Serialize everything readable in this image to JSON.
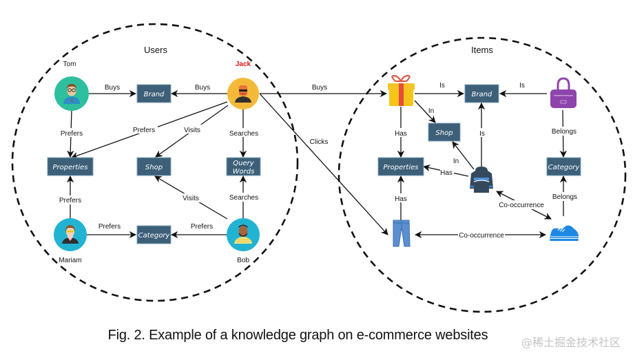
{
  "figure": {
    "caption": "Fig. 2.  Example of a knowledge graph on e-commerce websites",
    "watermark": "@稀土掘金技术社区"
  },
  "groups": {
    "users": {
      "title": "Users"
    },
    "items": {
      "title": "Items"
    }
  },
  "users": {
    "tom": {
      "name": "Tom",
      "avatar_color": "#2ebf9f"
    },
    "jack": {
      "name": "Jack",
      "avatar_color": "#f5b93a",
      "highlight_color": "#e01616"
    },
    "mariam": {
      "name": "Mariam",
      "avatar_color": "#22b3d3"
    },
    "bob": {
      "name": "Bob",
      "avatar_color": "#22b3d3"
    }
  },
  "entities": {
    "user_brand": "Brand",
    "user_properties": "Properties",
    "user_shop": "Shop",
    "user_query_words_line1": "Query",
    "user_query_words_line2": "Words",
    "user_category": "Category",
    "item_brand": "Brand",
    "item_shop": "Shop",
    "item_properties": "Properties",
    "item_category": "Category",
    "box_color": "#3d5f78"
  },
  "items": {
    "gift": {
      "icon": "gift-icon",
      "color": "#f5c518",
      "ribbon": "#e74c3c"
    },
    "handbag": {
      "icon": "handbag-icon",
      "color": "#8e44ad"
    },
    "sweater": {
      "icon": "sweater-icon",
      "color": "#34495e",
      "stripe": "#4a90d9"
    },
    "jeans": {
      "icon": "jeans-icon",
      "color": "#5b8fd0"
    },
    "sneaker": {
      "icon": "sneaker-icon",
      "color": "#1e88e5"
    }
  },
  "edges": {
    "tom_buys_brand": "Buys",
    "jack_buys_brand": "Buys",
    "tom_prefers_properties": "Prefers",
    "jack_prefers_properties": "Prefers",
    "jack_visits_shop": "Visits",
    "jack_searches_query": "Searches",
    "mariam_prefers_properties": "Prefers",
    "bob_visits_shop": "Visits",
    "bob_searches_query": "Searches",
    "mariam_prefers_category": "Prefers",
    "bob_prefers_category": "Prefers",
    "jack_buys_gift": "Buys",
    "jack_clicks_jeans": "Clicks",
    "gift_is_brand": "Is",
    "handbag_is_brand": "Is",
    "gift_in_shop": "In",
    "gift_has_properties": "Has",
    "sweater_is_brand": "Is",
    "sweater_in_shop": "In",
    "sweater_has_properties": "Has",
    "handbag_belongs_category": "Belongs",
    "sneaker_belongs_category": "Belongs",
    "jeans_has_properties": "Has",
    "sweater_cooccur_sneaker": "Co-occurrence",
    "jeans_cooccur_sneaker": "Co-occurrence"
  }
}
